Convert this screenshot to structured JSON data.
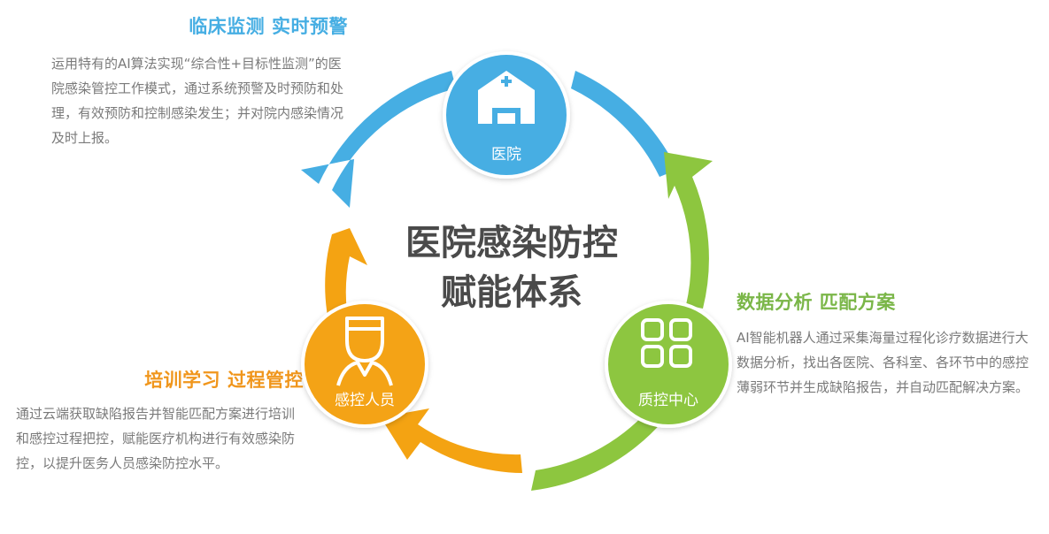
{
  "colors": {
    "blue": "#46aee3",
    "green": "#8dc63f",
    "orange": "#f4a312",
    "dark_text": "#4a4a4a",
    "body_text": "#7a7a7a"
  },
  "center": {
    "line1": "医院感染防控",
    "line2": "赋能体系"
  },
  "nodes": {
    "hospital": {
      "label": "医院",
      "icon": "hospital-icon"
    },
    "qc": {
      "label": "质控中心",
      "icon": "grid-icon"
    },
    "staff": {
      "label": "感控人员",
      "icon": "nurse-icon"
    }
  },
  "sections": {
    "top": {
      "title": "临床监测 实时预警",
      "text": "运用特有的AI算法实现“综合性+目标性监测”的医院感染管控工作模式，通过系统预警及时预防和处理，有效预防和控制感染发生；并对院内感染情况及时上报。"
    },
    "right": {
      "title": "数据分析 匹配方案",
      "text": "AI智能机器人通过采集海量过程化诊疗数据进行大数据分析，找出各医院、各科室、各环节中的感控薄弱环节并生成缺陷报告，并自动匹配解决方案。"
    },
    "left": {
      "title": "培训学习 过程管控",
      "text": "通过云端获取缺陷报告并智能匹配方案进行培训和感控过程把控，赋能医疗机构进行有效感染防控，以提升医务人员感染防控水平。"
    }
  }
}
